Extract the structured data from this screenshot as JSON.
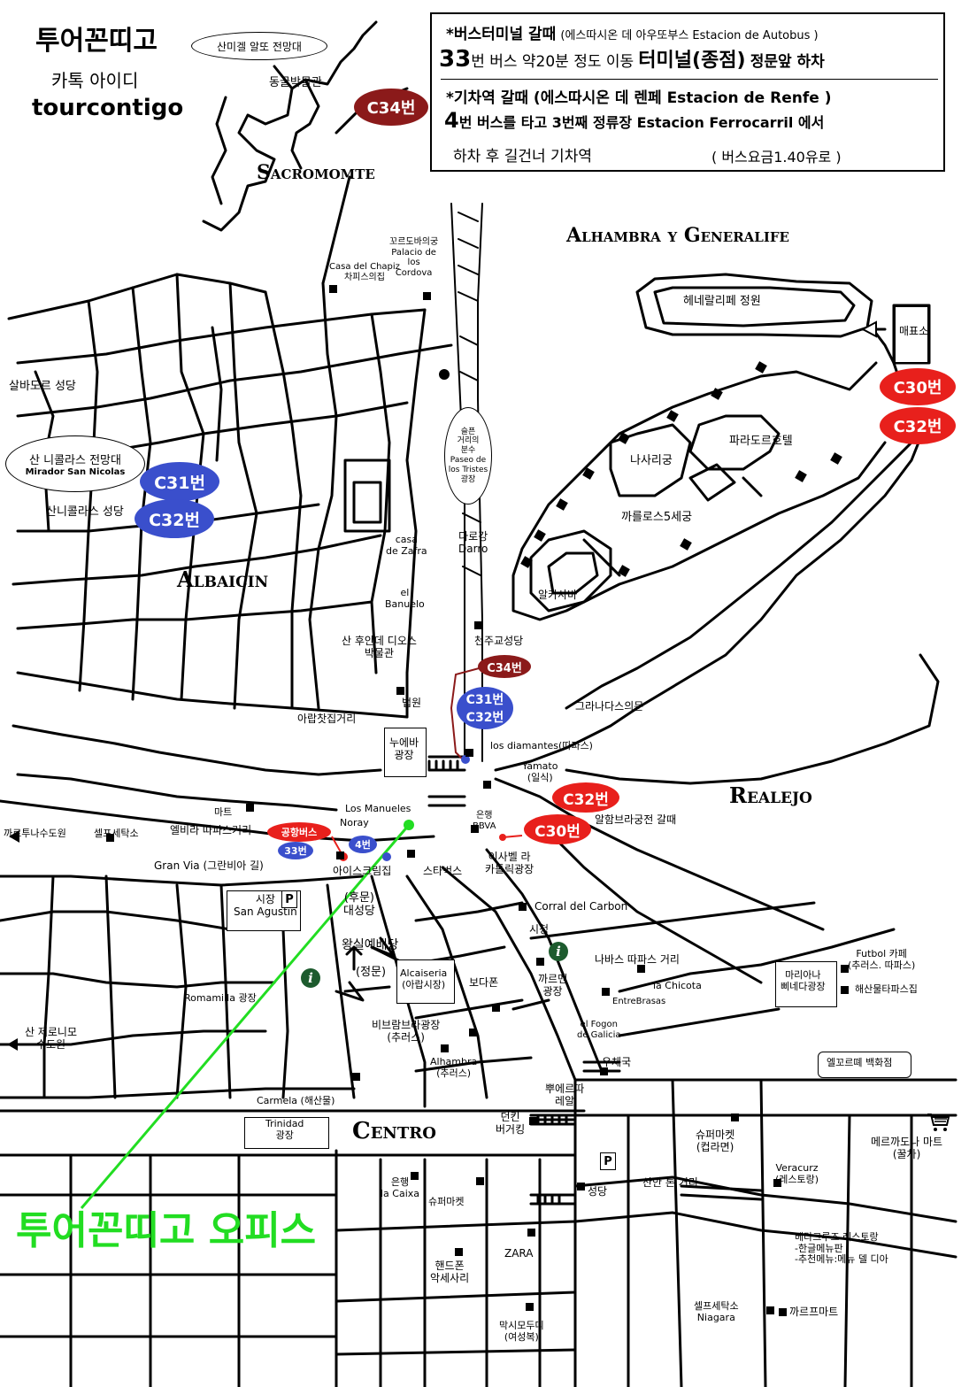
{
  "brand": {
    "name": "투어꼰띠고",
    "kakao_label": "카톡 아이디",
    "kakao_id": "tourcontigo"
  },
  "transit_info": {
    "bus_heading": "*버스터미널 갈때",
    "bus_heading_sub": "(에스따시온 데 아우또부스 Estacion de Autobus )",
    "bus_line_num": "33",
    "bus_line_mid": "번 버스 약20분 정도 이동",
    "bus_line_dest": "터미널(종점)",
    "bus_line_end": "정문앞 하차",
    "train_heading": "*기차역 갈때 (에스따시온 데 렌페 Estacion de Renfe )",
    "train_line_num": "4",
    "train_line_rest": "번 버스를 타고 3번째 정류장 Estacion Ferrocarril 에서",
    "train_line2": "하차 후 길건너 기차역",
    "fare": "( 버스요금1.40유로 )"
  },
  "districts": {
    "sacromonte": "Sacromomte",
    "alhambra": "Alhambra y Generalife",
    "albaicin": "Albaicin",
    "realejo": "Realejo",
    "centro": "Centro"
  },
  "office_label": "투어꼰띠고 오피스",
  "bus_badges": {
    "c34_top": "C34번",
    "c30_right": "C30번",
    "c32_right": "C32번",
    "c31_left": "C31번",
    "c32_left": "C32번",
    "c34_mid": "C34번",
    "c31_c32_line1": "C31번",
    "c31_c32_line2": "C32번",
    "c32_real": "C32번",
    "c30_real": "C30번",
    "airport": "공항버스",
    "bus33": "33번",
    "bus4": "4번"
  },
  "places": {
    "mirador_san_miguel": "산미겔 알또 전망대",
    "cave_museum": "동굴박물관",
    "palacio_cordova": "꼬르도바의궁\nPalacio de\nlos\nCordova",
    "casa_chapiz": "Casa del Chapiz\n차피스의집",
    "generalife": "헤네랄리페 정원",
    "ticket_office": "매표소",
    "salvador": "살바도르 성당",
    "mirador_san_nicolas_ko": "산 니콜라스 전망대",
    "mirador_san_nicolas_es": "Mirador San Nicolas",
    "san_nicolas_church": "산니콜라스 성당",
    "paseo_tristes": "슬픈\n거리의\n분수\nPaseo de\nlos Tristes\n광장",
    "parador": "파라도르호텔",
    "nasrid": "나사리궁",
    "carlos_v": "까를로스5세궁",
    "alcazaba": "알카사바",
    "casa_zafra": "casa\nde Zafra",
    "darro": "다로강\nDarro",
    "banuelo": "el\nBanuelo",
    "san_juan": "산 후안데 디오스\n박물관",
    "cathedral_church": "천주교성당",
    "granadas_gate": "그라나다스의문",
    "court": "법원",
    "arab_street": "아랍찻집거리",
    "nueva_square": "누에바\n광장",
    "los_diamantes": "los diamantes(따파스)",
    "yamato": "Yamato\n(일식)",
    "mart": "마트",
    "los_manueles": "Los Manueles",
    "noray": "Noray",
    "bbva": "은행\nBBVA",
    "to_alhambra": "알함브라궁전 갈때",
    "cartuja": "까르투나수도원",
    "self_laundry": "셀프세탁소",
    "elvira": "엘비라 따파스거리",
    "gran_via": "Gran Via (그란비아 길)",
    "ice_cream": "아이스크림집",
    "starbucks": "스타벅스",
    "isabel_catolica": "이사벨 라\n카톨릭광장",
    "market": "시장\nSan Agustin",
    "back_gate": "(후문)\n대성당",
    "corral": "Corral del Carbon",
    "royal_chapel": "왕실예배당",
    "city_hall": "시청",
    "front_gate": "(정문)",
    "alcaiseria": "Alcaiseria\n(아랍시장)",
    "navas": "나바스 따파스 거리",
    "la_chicota": "la Chicota",
    "futbol": "Futbol 카페\n(추러스. 따파스)",
    "mariana": "마리아나\n삐네다광장",
    "seafood": "해산물타파스집",
    "romanilla": "Romamilla 광장",
    "bodafon": "보다폰",
    "carmen": "까르멘\n광장",
    "entrebrasas": "EntreBrasas",
    "fogon": "el Fogon\nde Galicia",
    "san_jeronimo": "산 제로니모\n수도원",
    "bibrambla": "비브람브라광장\n(추러스)",
    "alhambra_churros": "Alhambra\n(추러스)",
    "post": "우체국",
    "puerta_real": "뿌에르따\n레알",
    "corte_ingles": "엘꼬르뗴 백화점",
    "carmela": "Carmela (해산물)",
    "trinidad": "Trinidad\n광장",
    "burger_king": "던킨\n버거킹",
    "supermarket_1": "슈퍼마켓\n(컵라면)",
    "mercadona": "메르까도나 마트\n(꿀차)",
    "la_caixa": "은행\nla Caixa",
    "supermarket_2": "슈퍼마켓",
    "church": "성당",
    "san_anton": "산안 톤 거리",
    "veracruz": "Veracurz\n(레스토랑)",
    "veracruz_note": "베라크루즈 레스토랑\n-한글메뉴판\n-추천메뉴:메뉴 델 디아",
    "phone_acc": "핸드폰\n악세사리",
    "zara": "ZARA",
    "laundry_niagara": "셀프세탁소\nNiagara",
    "carrefour": "까르프마트",
    "massimo": "막시모두띠\n(여성복)"
  },
  "icons": {
    "parking": "P",
    "info": "i",
    "cart": "shopping-cart-icon"
  },
  "colors": {
    "blue": "#3a4fcc",
    "red": "#e8201c",
    "dark_red": "#8b1a1a",
    "green": "#22dd22"
  }
}
